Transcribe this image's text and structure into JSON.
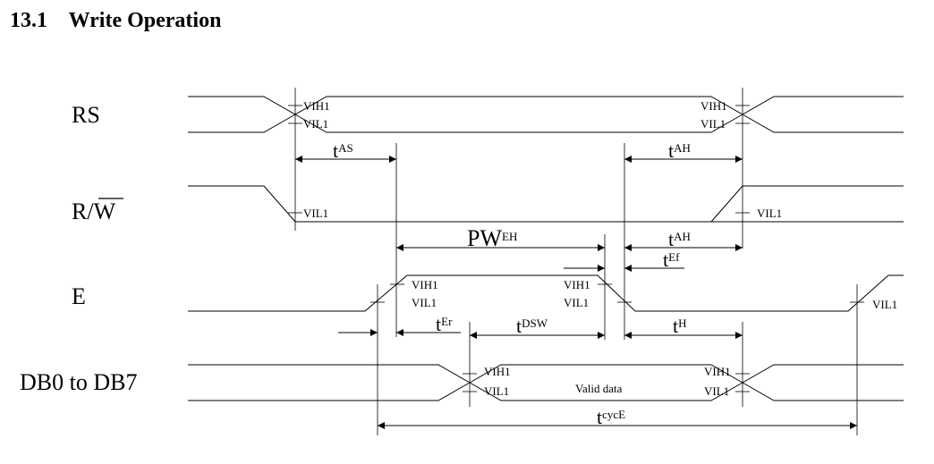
{
  "section_title": "13.1    Write Operation",
  "signals": {
    "rs": "RS",
    "rw": "R/W",
    "e": "E",
    "db": "DB0 to DB7"
  },
  "levels": {
    "vih": "VIH1",
    "vil": "VIL1"
  },
  "timings": {
    "tas": {
      "main": "t",
      "sub": "AS"
    },
    "tah1": {
      "main": "t",
      "sub": "AH"
    },
    "tah2": {
      "main": "t",
      "sub": "AH"
    },
    "pweh": {
      "main": "PW",
      "sub": "EH"
    },
    "tef": {
      "main": "t",
      "sub": "Ef"
    },
    "ter": {
      "main": "t",
      "sub": "Er"
    },
    "tdsw": {
      "main": "t",
      "sub": "DSW"
    },
    "th": {
      "main": "t",
      "sub": "H"
    },
    "tcyce": {
      "main": "t",
      "sub": "cycE"
    }
  },
  "valid_data": "Valid data"
}
